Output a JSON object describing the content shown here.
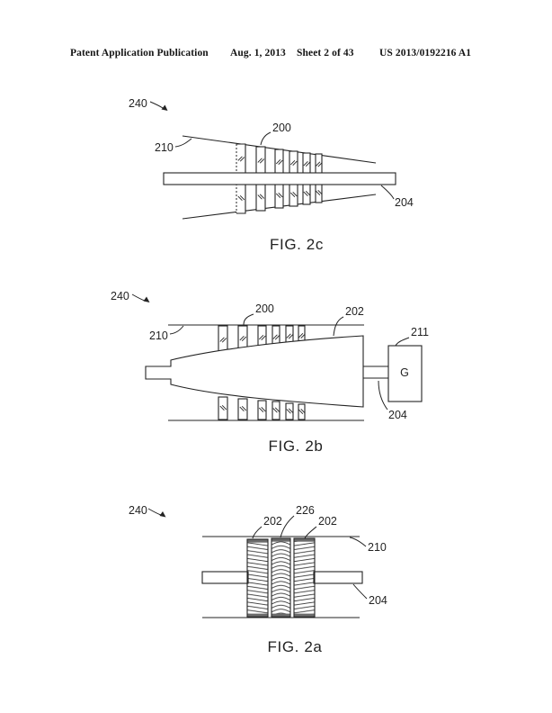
{
  "document": {
    "kind": "patent-drawing-sheet",
    "background": "#ffffff",
    "ink": "#232323"
  },
  "header": {
    "publication": "Patent Application Publication",
    "date": "Aug. 1, 2013",
    "sheet": "Sheet 2 of 43",
    "document_number": "US 2013/0192216 A1"
  },
  "figures": [
    {
      "caption": "FIG. 2c",
      "labels": {
        "assembly": "240",
        "duct_wall": "210",
        "blades": "200",
        "shaft": "204"
      }
    },
    {
      "caption": "FIG. 2b",
      "labels": {
        "assembly": "240",
        "duct_wall": "210",
        "blades": "200",
        "cone": "202",
        "generator": "211",
        "generator_symbol": "G",
        "shaft": "204"
      }
    },
    {
      "caption": "FIG. 2a",
      "labels": {
        "assembly": "240",
        "rotor_left": "202",
        "stator": "226",
        "rotor_right": "202",
        "duct_wall": "210",
        "shaft": "204"
      }
    }
  ]
}
